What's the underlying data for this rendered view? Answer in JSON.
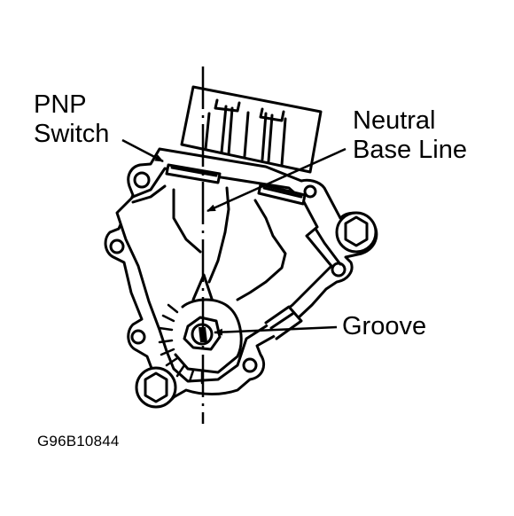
{
  "labels": {
    "pnp_line1": "PNP",
    "pnp_line2": "Switch",
    "neutral_line1": "Neutral",
    "neutral_line2": "Base Line",
    "groove": "Groove",
    "figure_code": "G96B10844"
  },
  "colors": {
    "ink": "#000000",
    "background": "#ffffff"
  }
}
